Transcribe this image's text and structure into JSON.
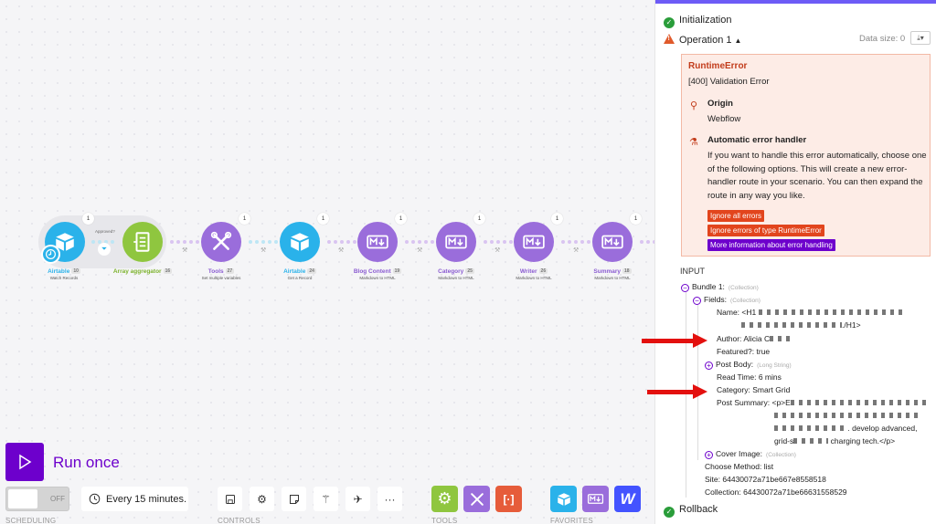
{
  "canvas": {
    "approved_label": "Approved?",
    "modules": [
      {
        "name": "Airtable",
        "sub": "Watch Records",
        "count": "10",
        "badge": "1"
      },
      {
        "name": "Array aggregator",
        "sub": "",
        "count": "16",
        "badge": ""
      },
      {
        "name": "Tools",
        "sub": "Set multiple variables",
        "count": "27",
        "badge": "1"
      },
      {
        "name": "Airtable",
        "sub": "Get a Record",
        "count": "24",
        "badge": "1"
      },
      {
        "name": "Blog Content",
        "sub": "Markdown to HTML",
        "count": "19",
        "badge": "1"
      },
      {
        "name": "Category",
        "sub": "Markdown to HTML",
        "count": "25",
        "badge": "1"
      },
      {
        "name": "Writer",
        "sub": "Markdown to HTML",
        "count": "26",
        "badge": "1"
      },
      {
        "name": "Summary",
        "sub": "Markdown to HTML",
        "count": "18",
        "badge": "1"
      }
    ]
  },
  "toolbar": {
    "run_label": "Run once",
    "toggle_state": "OFF",
    "interval": "Every 15 minutes.",
    "sections": {
      "scheduling": "SCHEDULING",
      "controls": "CONTROLS",
      "tools": "TOOLS",
      "favorites": "FAVORITES"
    },
    "more": "···",
    "w_letter": "W"
  },
  "panel": {
    "initialization": "Initialization",
    "operation": "Operation 1",
    "data_size": "Data size: 0",
    "error": {
      "title": "RuntimeError",
      "message": "[400] Validation Error",
      "origin_heading": "Origin",
      "origin_value": "Webflow",
      "auto_heading": "Automatic error handler",
      "auto_text": "If you want to handle this error automatically, choose one of the following options. This will create a new error-handler route in your scenario. You can then expand the route in any way you like.",
      "btn_ignore_all": "Ignore all errors",
      "btn_ignore_type": "Ignore errors of type RuntimeError",
      "btn_more_info": "More information about error handling"
    },
    "input_label": "INPUT",
    "tree": {
      "bundle": "Bundle 1:",
      "bundle_type": "(Collection)",
      "fields": "Fields:",
      "fields_type": "(Collection)",
      "name_key": "Name:",
      "name_start": "<H1",
      "name_end": "./H1>",
      "author_key": "Author:",
      "author_val": "Alicia C",
      "featured_key": "Featured?:",
      "featured_val": "true",
      "post_body_key": "Post Body:",
      "post_body_type": "(Long String)",
      "read_time_key": "Read Time:",
      "read_time_val": "6 mins",
      "category_key": "Category:",
      "category_val": "Smart Grid",
      "summary_key": "Post Summary:",
      "summary_start": "<p>E",
      "summary_mid": ". develop advanced,",
      "summary_grid": "grid-s",
      "summary_end": "charging tech.</p>",
      "cover_key": "Cover Image:",
      "cover_type": "(Collection)",
      "choose_key": "Choose Method:",
      "choose_val": "list",
      "site_key": "Site:",
      "site_val": "64430072a71be667e8558518",
      "collection_key": "Collection:",
      "collection_val": "64430072a71be66631558529"
    },
    "rollback": "Rollback"
  },
  "colors": {
    "brand": "#6d00cc",
    "airtable": "#2ab2ea",
    "aggregator": "#8fc63f",
    "purple_module": "#9a6ddb",
    "error": "#e2451d"
  }
}
